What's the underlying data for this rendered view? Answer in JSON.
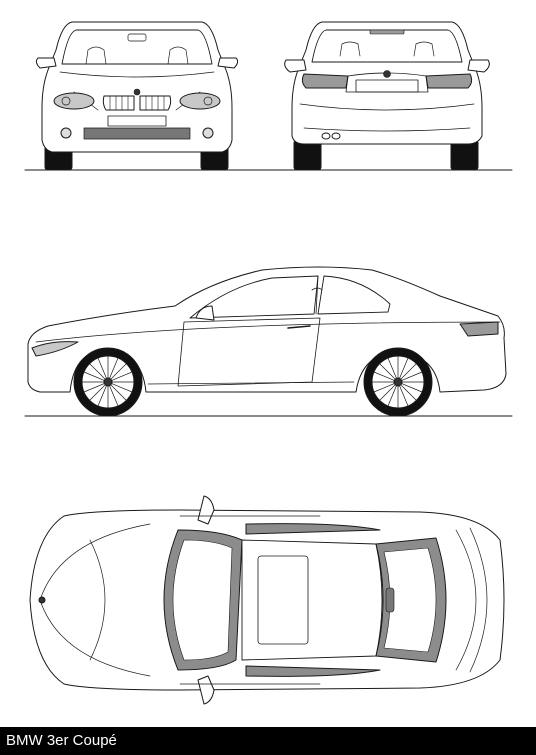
{
  "caption": "BMW 3er Coupé",
  "colors": {
    "line": "#1a1a1a",
    "glass": "#8c8c8c",
    "light": "#c8c8c8",
    "tyre": "#111111",
    "footer": "#000000",
    "footer_text": "#ffffff"
  },
  "views": [
    "front-view",
    "rear-view",
    "side-view",
    "top-view"
  ]
}
